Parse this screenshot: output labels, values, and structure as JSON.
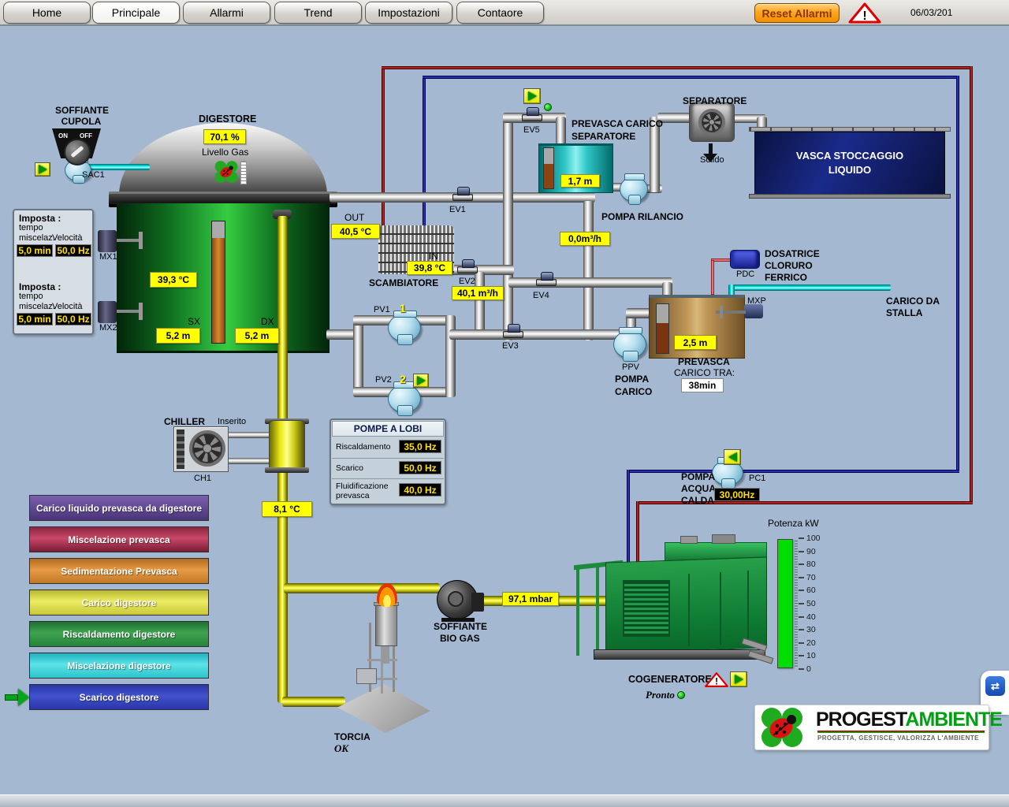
{
  "colors": {
    "background": "#a4b9d1",
    "badge_yellow": "#ffff00",
    "badge_black_bg": "#000000",
    "badge_black_text": "#ffe000",
    "pipe_red": "#c41c1c",
    "pipe_blue": "#2030c8",
    "pipe_yellow": "#e8e810",
    "pipe_cyan": "#00d8d8",
    "digester_green": "#2fbf3f",
    "gauge_green": "#00dd00",
    "reset_button_orange": "#ffa620",
    "vasca_navy": "#131f6e"
  },
  "toolbar": {
    "tabs": [
      {
        "label": "Home"
      },
      {
        "label": "Principale"
      },
      {
        "label": "Allarmi"
      },
      {
        "label": "Trend"
      },
      {
        "label": "Impostazioni"
      },
      {
        "label": "Contaore"
      }
    ],
    "active_tab": "Principale",
    "reset_alarms_label": "Reset Allarmi",
    "date": "06/03/201"
  },
  "soffiante_cupola": {
    "title1": "SOFFIANTE",
    "title2": "CUPOLA",
    "switch_on": "ON",
    "switch_off": "OFF",
    "pump_tag": "SAC1"
  },
  "imposta_panel": {
    "group1": {
      "title": "Imposta :",
      "line1": "tempo",
      "line2": "miscelaz.",
      "line2_right": "Velocità",
      "time": "5,0 min",
      "speed": "50,0 Hz"
    },
    "group2": {
      "title": "Imposta :",
      "line1": "tempo",
      "line2": "miscelaz.",
      "line2_right": "Velocità",
      "time": "5,0 min",
      "speed": "50,0 Hz"
    }
  },
  "digester": {
    "title": "DIGESTORE",
    "gas_level": "70,1 %",
    "gas_level_label": "Livello Gas",
    "temperature": "39,3 °C",
    "mixer1": "MX1",
    "mixer2": "MX2",
    "sx_label": "SX",
    "sx_level": "5,2 m",
    "dx_label": "DX",
    "dx_level": "5,2 m"
  },
  "scambiatore": {
    "title": "SCAMBIATORE",
    "out_label": "OUT",
    "out_temp": "40,5 °C",
    "in_label": "IN",
    "in_temp": "39,8 °C",
    "flow": "40,1 m³/h"
  },
  "valves": {
    "ev1": "EV1",
    "ev2": "EV2",
    "ev3": "EV3",
    "ev4": "EV4",
    "ev5": "EV5"
  },
  "pv_pumps": {
    "pv1_label": "PV1",
    "pv1_num": "1",
    "pv2_label": "PV2",
    "pv2_num": "2"
  },
  "prevasca_separatore": {
    "title1": "PREVASCA CARICO",
    "title2": "SEPARATORE",
    "level": "1,7 m"
  },
  "pompa_rilancio": {
    "label": "POMPA RILANCIO",
    "flow": "0,0m³/h"
  },
  "separatore": {
    "title": "SEPARATORE",
    "solido": "Solido"
  },
  "vasca_stoccaggio": {
    "title1": "VASCA STOCCAGGIO",
    "title2": "LIQUIDO"
  },
  "dosatrice": {
    "line1": "DOSATRICE",
    "line2": "CLORURO",
    "line3": "FERRICO",
    "tag": "PDC"
  },
  "carico_stalla": {
    "line1": "CARICO DA",
    "line2": "STALLA"
  },
  "prevasca_carico": {
    "level": "2,5 m",
    "title": "PREVASCA",
    "subtitle": "CARICO TRA:",
    "countdown": "38min",
    "mixer_tag": "MXP",
    "pump_tag": "PPV",
    "pump_line1": "POMPA",
    "pump_line2": "CARICO"
  },
  "chiller": {
    "title": "CHILLER",
    "status": "Inserito",
    "tag": "CH1",
    "temp": "8,1 °C"
  },
  "pompe_a_lobi": {
    "title": "POMPE A LOBI",
    "rows": [
      {
        "label": "Riscaldamento",
        "label2": "",
        "value": "35,0 Hz"
      },
      {
        "label": "Scarico",
        "label2": "",
        "value": "50,0 Hz"
      },
      {
        "label": "Fluidificazione",
        "label2": "prevasca",
        "value": "40,0 Hz"
      }
    ]
  },
  "pompa_acqua_calda": {
    "line1": "POMPA",
    "line2": "ACQUA",
    "line3": "CALDA",
    "tag": "PC1",
    "frequency": "30,00Hz"
  },
  "cogeneratore": {
    "title": "COGENERATORE",
    "status": "Pronto",
    "power_label": "Potenza kW",
    "gauge_ticks": [
      "100",
      "90",
      "80",
      "70",
      "60",
      "50",
      "40",
      "30",
      "20",
      "10",
      "0"
    ],
    "gauge_value": 100,
    "gauge_max": 100
  },
  "soffiante_biogas": {
    "line1": "SOFFIANTE",
    "line2": "BIO GAS",
    "pressure": "97,1 mbar"
  },
  "torcia": {
    "title": "TORCIA",
    "status": "OK"
  },
  "status_sequence": [
    {
      "label": "Carico liquido prevasca da digestore",
      "color": "#5a3d8c"
    },
    {
      "label": "Miscelazione prevasca",
      "color": "#b03a5a"
    },
    {
      "label": "Sedimentazione Prevasca",
      "color": "#d98a33"
    },
    {
      "label": "Carico digestore",
      "color": "#dede45"
    },
    {
      "label": "Riscaldamento digestore",
      "color": "#2e8f40"
    },
    {
      "label": "Miscelazione digestore",
      "color": "#35c8d0"
    },
    {
      "label": "Scarico digestore",
      "color": "#2f3fb0"
    }
  ],
  "active_phase": "Scarico digestore",
  "logo": {
    "brand_black": "PROGEST",
    "brand_green": "AMBIENTE",
    "tagline": "PROGETTA, GESTISCE, VALORIZZA L'AMBIENTE"
  }
}
